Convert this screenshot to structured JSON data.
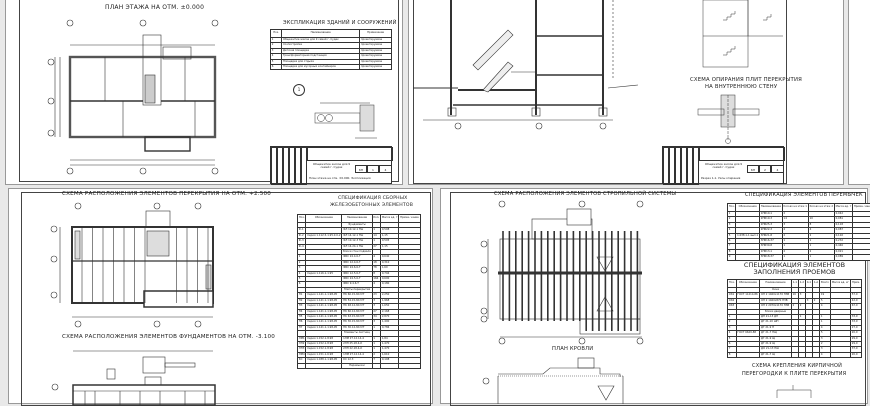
{
  "sheet1": {
    "title": "ПЛАН ЭТАЖА НА ОТМ. ±0.000",
    "explication_title": "ЭКСПЛИКАЦИЯ ЗДАНИЙ И СООРУЖЕНИЙ",
    "explication_headers": [
      "Поз.",
      "Наименование",
      "Примечание"
    ],
    "explication_rows": [
      [
        "1",
        "Общежитие жилое для 9 семей г. Судак",
        "проектируемое"
      ],
      [
        "2",
        "Хозпостройка",
        "проектируемое"
      ],
      [
        "3",
        "Детская площадка",
        "проектируемое"
      ],
      [
        "4",
        "Трансформаторная подстанция",
        "проектируемое"
      ],
      [
        "5",
        "Площадка для отдыха",
        "проектируемое"
      ],
      [
        "6",
        "Площадка для мусорных контейнеров",
        "проектируемое"
      ]
    ],
    "node_label": "1",
    "stamp": {
      "name": "Общежитие жилое для 9 семей г. Судак",
      "stage": "КП",
      "sheet": "1",
      "sheets": "4",
      "note": "План этажа на отм. ±0.000. Экспликация"
    }
  },
  "sheet2": {
    "title_line1": "СХЕМА ОПИРАНИЯ ПЛИТ ПЕРЕКРЫТИЯ",
    "title_line2": "НА ВНУТРЕННЮЮ СТЕНУ",
    "stamp": {
      "name": "Общежитие жилое для 9 семей г. Судак",
      "stage": "КП",
      "sheet": "2",
      "sheets": "4",
      "note": "Разрез 1-1. Узлы опирания"
    }
  },
  "sheet3": {
    "title_slabs": "СХЕМА РАСПОЛОЖЕНИЯ ЭЛЕМЕНТОВ ПЕРЕКРЫТИЯ НА ОТМ. +2.500",
    "title_foundations": "СХЕМА РАСПОЛОЖЕНИЯ ЭЛЕМЕНТОВ ФУНДАМЕНТОВ НА ОТМ. -3.100",
    "spec_title_line1": "СПЕЦИФИКАЦИЯ СБОРНЫХ",
    "spec_title_line2": "ЖЕЛЕЗОБЕТОННЫХ ЭЛЕМЕНТОВ",
    "spec_headers": [
      "Поз.",
      "Обозначение",
      "Наименование",
      "Кол.",
      "Масса ед. т",
      "Приме- чание"
    ],
    "spec_rows": [
      {
        "section": "Фундаменты"
      },
      [
        "Ф-1",
        "",
        "ФЛ 10.12-1 ТШ",
        "1",
        "0,508",
        ""
      ],
      [
        "Ф-2",
        "Серия 1.112.5-1.95.0.0-2",
        "ФЛ 14.12-1 ТШ",
        "14",
        "1,15",
        ""
      ],
      [
        "Ф-3",
        "",
        "ФЛ 10.12-3 ТШ",
        "1",
        "0,505",
        ""
      ],
      [
        "Ф-4",
        "",
        "ФЛ 14.24-1 ТШ",
        "27",
        "1,15",
        ""
      ],
      {
        "section": "Блоки стен подвала"
      },
      [
        "1",
        "",
        "ФБС 24.4.6-Т",
        "4",
        "0,640",
        ""
      ],
      [
        "2",
        "",
        "ФБС 12.4.6-Т",
        "18",
        "0,310",
        ""
      ],
      [
        "3",
        "",
        "ФБС 24.6.6-Т",
        "78",
        "1,60",
        ""
      ],
      [
        "4",
        "Серия 1.116.1-1.95",
        "ФБС 12.5.6-Т",
        "8",
        "0,794",
        ""
      ],
      [
        "5",
        "",
        "ФБС 24.5.6-Т",
        "166",
        "0,600",
        ""
      ],
      [
        "6",
        "",
        "ФБС 9.4.6-Т",
        "4",
        "0,180",
        ""
      ],
      {
        "section": "Плиты перекрытия"
      },
      [
        "П1",
        "Серия 1.141.1-1.98-95",
        "ПК 60.15-8АтVТ",
        "23",
        "2,250",
        ""
      ],
      [
        "П2",
        "Серия 1.141.1-1.98-95",
        "ПК 54.15-8АтVТ",
        "3",
        "1,968",
        ""
      ],
      [
        "П3",
        "Серия 1.141.1-1.98-95",
        "ПК 48.12-8АтVТ",
        "3",
        "1,650",
        ""
      ],
      [
        "П4",
        "Серия 1.141.1-1.98-95",
        "ПК 60.12-8АтVТ",
        "27",
        "2,168",
        ""
      ],
      [
        "П5",
        "Серия 1.141.1-1.98-95",
        "ПК 63.15-8АтVТ",
        "34",
        "2,870",
        ""
      ],
      [
        "П6",
        "Серия 1.141.1-1.98-95",
        "ПК 30.15-8АтVТ",
        "3",
        "1,400",
        ""
      ],
      [
        "П7",
        "Серия 1.141.1-1.98-95",
        "ПК 30.12-8АтVТ",
        "1",
        "0,786",
        ""
      ],
      {
        "section": "Элементы лестниц"
      },
      [
        "ЛМ1",
        "Серия 1.152.1-8.98",
        "1ЛМ 27.12.14-4",
        "1",
        "1,84",
        ""
      ],
      [
        "ЛП2",
        "Серия 1.152.1-8.98",
        "2ЛП 25.18.4-К",
        "1",
        "1,470",
        ""
      ],
      [
        "ЛП3",
        "Серия 1.152.1-8.98",
        "2ЛП 22.18.4-К",
        "1",
        "1,470",
        ""
      ],
      [
        "ЛМ4",
        "Серия 1.151.1-6.98",
        "1ЛМ 27.12.14-4",
        "2",
        "1,610",
        ""
      ],
      [
        "КС",
        "Серия 1.038.1-1.98-95",
        "КС 12.3",
        "7",
        "0,108",
        ""
      ],
      {
        "section": "Перемычки"
      }
    ]
  },
  "sheet4": {
    "title_rafters": "СХЕМА РАСПОЛОЖЕНИЯ ЭЛЕМЕНТОВ СТРОПИЛЬНОЙ СИСТЕМЫ",
    "title_roof": "ПЛАН КРОВЛИ",
    "lintel_title": "СПЕЦИФИКАЦИЯ ЭЛЕМЕНТОВ ПЕРЕМЫЧЕК",
    "lintel_headers": [
      "Поз.",
      "Обозначение",
      "Наименование",
      "Кол-во на этаж 1",
      "Кол-во на этаж 2",
      "Масса ед. т",
      "Приме- чание"
    ],
    "lintel_rows": [
      [
        "1",
        "",
        "1ПБ10-1",
        "2",
        "",
        "0,042",
        ""
      ],
      [
        "2",
        "",
        "2ПБ19-3",
        "14",
        "10",
        "0,081",
        ""
      ],
      [
        "3",
        "",
        "2ПБ25-3",
        "3",
        "8",
        "0,118",
        ""
      ],
      [
        "4",
        "",
        "2ПБ22-3",
        "4",
        "4",
        "0,087",
        ""
      ],
      [
        "5",
        "1.038.1-1 вып.1",
        "3ПБ21-8",
        "2",
        "2",
        "0,102",
        ""
      ],
      [
        "6",
        "",
        "3ПБ16-37",
        "1",
        "1",
        "0,232",
        ""
      ],
      [
        "7",
        "",
        "3ПБ30-8",
        "1",
        "1",
        "0,446",
        ""
      ],
      [
        "8",
        "",
        "1ПБ13-1",
        "2",
        "2",
        "0,021",
        ""
      ],
      [
        "9",
        "",
        "3ПБ18-37",
        "1",
        "1",
        "0,089",
        ""
      ]
    ],
    "openings_title": "СПЕЦИФИКАЦИЯ ЭЛЕМЕНТОВ ЗАПОЛНЕНИЯ ПРОЕМОВ",
    "openings_headers": [
      "Поз.",
      "Обозначение",
      "Наименование",
      "1-1",
      "1-2",
      "4-1",
      "1-А",
      "Всего",
      "Масса ед. кг",
      "Прим."
    ],
    "openings_rows": [
      {
        "section": "Окна"
      },
      [
        "ОК1",
        "ГОСТ 11214-86",
        "ОП 2 1460х1170 ПЗВ",
        "16",
        "3",
        "",
        "",
        "19",
        "",
        "57,0"
      ],
      [
        "ОК2",
        "",
        "ОП 2 1460х870 ПЗВ",
        "",
        "",
        "3",
        "2",
        "5",
        "",
        "42,0"
      ],
      [
        "ОК3",
        "",
        "ОП 2 2070х1170 ПЗВ",
        "2",
        "2",
        "",
        "",
        "4",
        "",
        "67,0"
      ],
      {
        "section": "Блоки дверные"
      },
      [
        "1",
        "",
        "ДН 21-13 ДН",
        "",
        "1",
        "",
        "",
        "1",
        "",
        "33,9"
      ],
      [
        "2",
        "",
        "ДГ 21-10 ШП",
        "",
        "",
        "",
        "",
        "1",
        "",
        "33,9"
      ],
      [
        "3",
        "",
        "ДГ 21-9 П",
        "",
        "",
        "",
        "",
        "4",
        "",
        "27,0"
      ],
      [
        "4",
        "ГОСТ 6629-88",
        "ДГ 21-7 ПЩ",
        "",
        "",
        "",
        "",
        "5",
        "",
        "20,0"
      ],
      [
        "5",
        "",
        "ДГ 21-9 Щ",
        "",
        "",
        "",
        "",
        "3",
        "",
        "29,0"
      ],
      [
        "6",
        "",
        "ДГ 21-9 Щ",
        "",
        "",
        "",
        "",
        "2",
        "",
        "29,0"
      ],
      [
        "7",
        "",
        "ДО 21-13 ПШ",
        "",
        "",
        "",
        "",
        "3",
        "",
        "37,0"
      ],
      [
        "8",
        "",
        "ДГ 21-7 Щ",
        "",
        "",
        "",
        "",
        "4",
        "",
        "20,0"
      ]
    ],
    "partition_title_line1": "СХЕМА КРЕПЛЕНИЯ КИРПИЧНОЙ",
    "partition_title_line2": "ПЕРЕГОРОДКИ К ПЛИТЕ ПЕРЕКРЫТИЯ"
  }
}
